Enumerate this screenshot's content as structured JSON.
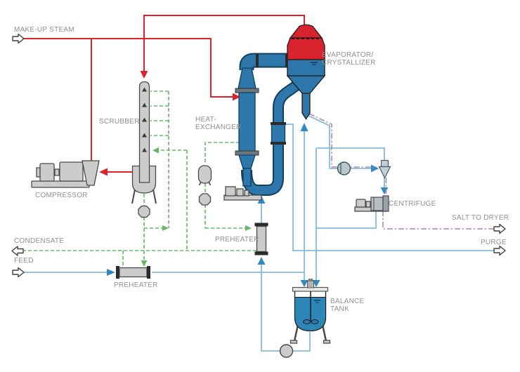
{
  "diagram": {
    "type": "process-flow-diagram",
    "subject": "MVR evaporator–crystallizer plant with scrubber, compressor, preheaters, centrifuge and balance tank"
  },
  "labels": {
    "make_up_steam": "MAKE-UP STEAM",
    "scrubber": "SCRUBBER",
    "compressor": "COMPRESSOR",
    "heat_exchanger": "HEAT-\nEXCHANGER",
    "evaporator_crystallizer": "EVAPORATOR/\nCRYSTALLIZER",
    "preheater_vertical": "PREHEATER",
    "preheater_horizontal": "PREHEATER",
    "condensate": "CONDENSATE",
    "feed": "FEED",
    "balance_tank": "BALANCE\nTANK",
    "centrifuge": "CENTRIFUGE",
    "salt_to_dryer": "SALT TO DRYER",
    "purge": "PURGE"
  },
  "colors": {
    "steam_vapor_red": "#e02128",
    "vessel_red": "#d8232f",
    "process_blue": "#2e77ab",
    "pipe_outline_navy": "#10405f",
    "liquor_light_blue": "#85bcd8",
    "liquor_arrow_blue": "#2d8ac2",
    "condensate_green": "#62b964",
    "salt_purple": "#b284b2",
    "equipment_gray": "#cccccc",
    "label_gray": "#8f8f8f"
  }
}
